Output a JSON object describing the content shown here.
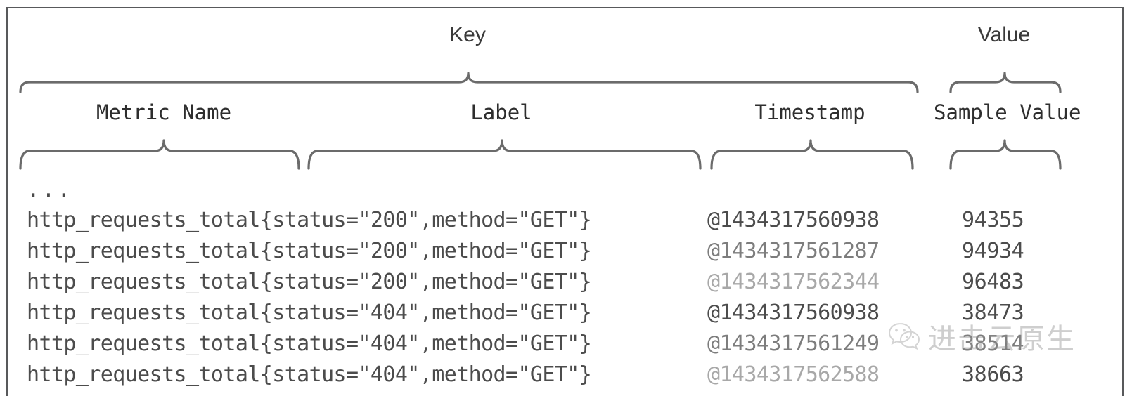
{
  "figure": {
    "title_groups": [
      {
        "name": "key-group-label",
        "text": "Key"
      },
      {
        "name": "value-group-label",
        "text": "Value"
      }
    ],
    "column_groups": [
      {
        "name": "metric-name-label",
        "text": "Metric Name"
      },
      {
        "name": "label-label",
        "text": "Label"
      },
      {
        "name": "timestamp-label",
        "text": "Timestamp"
      },
      {
        "name": "sample-value-label",
        "text": "Sample Value"
      }
    ],
    "ellipsis": "...",
    "rows": [
      {
        "series": "http_requests_total{status=\"200\",method=\"GET\"}",
        "timestamp": "@1434317560938",
        "value": "94355",
        "ts_tone": "tone-dark",
        "val_tone": "tone-dark"
      },
      {
        "series": "http_requests_total{status=\"200\",method=\"GET\"}",
        "timestamp": "@1434317561287",
        "value": "94934",
        "ts_tone": "tone-mid",
        "val_tone": "tone-dark"
      },
      {
        "series": "http_requests_total{status=\"200\",method=\"GET\"}",
        "timestamp": "@1434317562344",
        "value": "96483",
        "ts_tone": "tone-light",
        "val_tone": "tone-dark"
      },
      {
        "series": "http_requests_total{status=\"404\",method=\"GET\"}",
        "timestamp": "@1434317560938",
        "value": "38473",
        "ts_tone": "tone-dark",
        "val_tone": "tone-dark"
      },
      {
        "series": "http_requests_total{status=\"404\",method=\"GET\"}",
        "timestamp": "@1434317561249",
        "value": "38514",
        "ts_tone": "tone-mid",
        "val_tone": "tone-mid"
      },
      {
        "series": "http_requests_total{status=\"404\",method=\"GET\"}",
        "timestamp": "@1434317562588",
        "value": "38663",
        "ts_tone": "tone-light",
        "val_tone": "tone-dark"
      }
    ],
    "watermark": {
      "text": "进击云原生",
      "logo": "wechat-logo"
    },
    "colors": {
      "frame": "#58595b",
      "brace": "#6b6b6b",
      "text": "#4c4c4c",
      "background": "#ffffff"
    }
  }
}
